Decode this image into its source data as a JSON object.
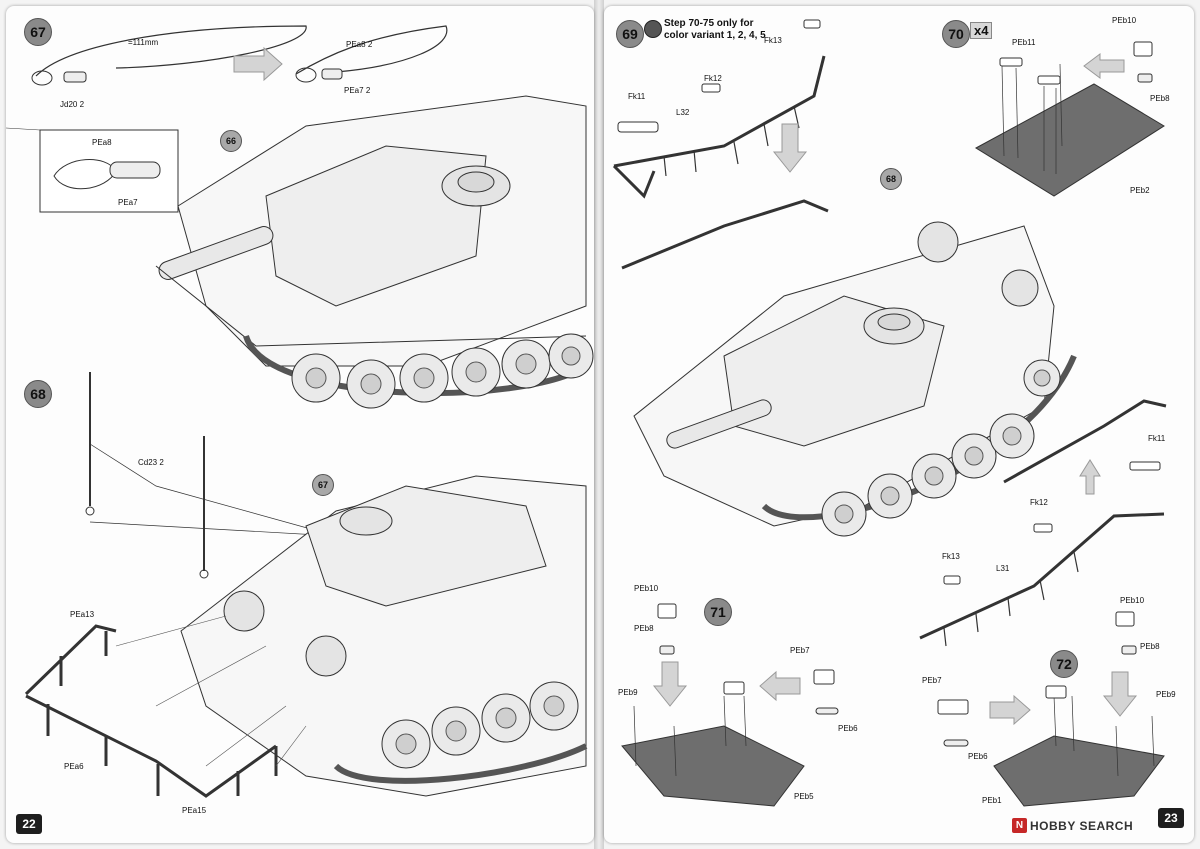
{
  "left_page": {
    "page_number": "22",
    "steps": [
      {
        "number": "67"
      },
      {
        "number": "68"
      }
    ],
    "callouts": [
      "66",
      "67"
    ],
    "labels": {
      "cable_length": "=111mm",
      "jd20": "Jd20",
      "jd20_qty": "2",
      "pea8": "PEa8",
      "pea8_qty": "2",
      "pea7": "PEa7",
      "pea7_qty": "2",
      "detail_pea8": "PEa8",
      "detail_pea7": "PEa7",
      "cd23": "Cd23",
      "cd23_qty": "2",
      "pea13": "PEa13",
      "pea6": "PEa6",
      "pea15": "PEa15"
    }
  },
  "right_page": {
    "page_number": "23",
    "steps": [
      {
        "number": "69"
      },
      {
        "number": "70"
      },
      {
        "number": "71"
      },
      {
        "number": "72"
      }
    ],
    "note": [
      "Step 70-75 only for",
      "color variant  1, 2, 4, 5"
    ],
    "multiplier": "x4",
    "callouts": [
      "68"
    ],
    "labels": {
      "fk13_top": "Fk13",
      "fk12_top": "Fk12",
      "fk11_top": "Fk11",
      "l32": "L32",
      "peb10_70": "PEb10",
      "peb11_70": "PEb11",
      "peb8_70": "PEb8",
      "peb2": "PEb2",
      "fk11_bottom": "Fk11",
      "fk12_bottom": "Fk12",
      "fk13_bottom": "Fk13",
      "l31": "L31",
      "peb10_71": "PEb10",
      "peb8_71": "PEb8",
      "peb7_71": "PEb7",
      "peb9_71": "PEb9",
      "peb6_71": "PEb6",
      "peb5": "PEb5",
      "peb10_72": "PEb10",
      "peb8_72": "PEb8",
      "peb7_72": "PEb7",
      "peb9_72": "PEb9",
      "peb6_72": "PEb6",
      "peb1": "PEb1"
    }
  },
  "watermark": {
    "icon_text": "N",
    "text": "HOBBY SEARCH"
  },
  "colors": {
    "plate_fill": "#6e6e6e",
    "step_circle": "#8a8a8a",
    "arrow_fill": "#d4d4d4"
  }
}
